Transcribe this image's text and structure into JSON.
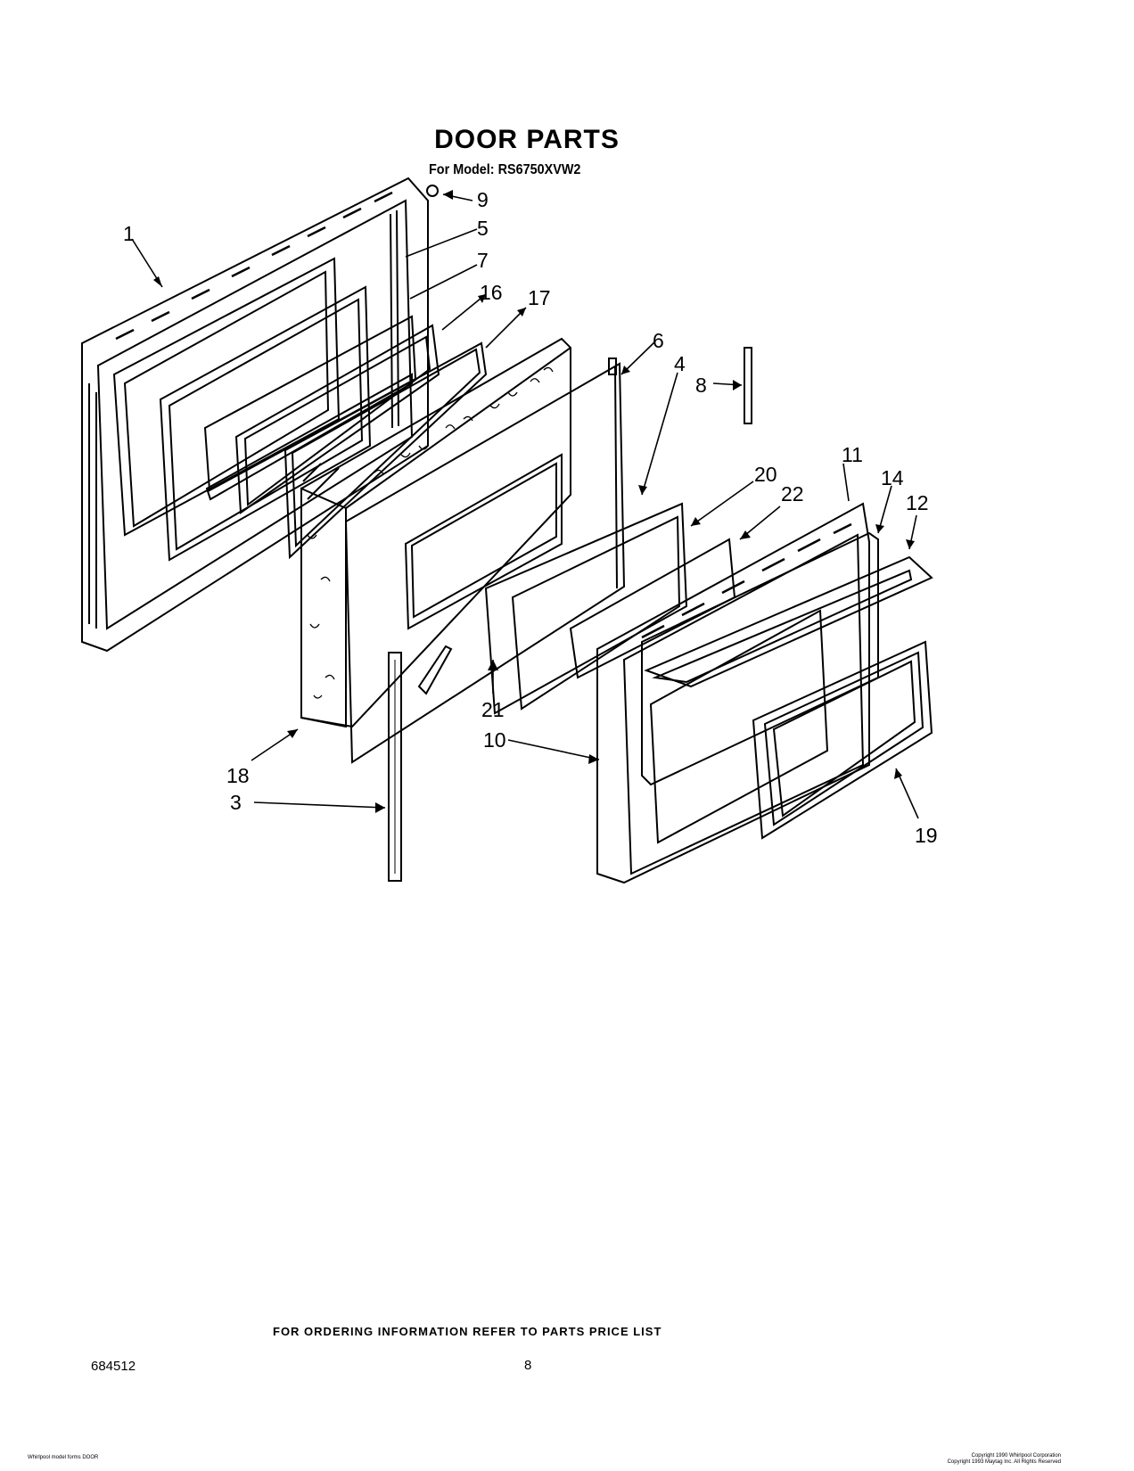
{
  "header": {
    "title": "DOOR PARTS",
    "model_line": "For Model: RS6750XVW2"
  },
  "callouts": [
    {
      "num": "1"
    },
    {
      "num": "9"
    },
    {
      "num": "5"
    },
    {
      "num": "7"
    },
    {
      "num": "16"
    },
    {
      "num": "17"
    },
    {
      "num": "6"
    },
    {
      "num": "4"
    },
    {
      "num": "8"
    },
    {
      "num": "20"
    },
    {
      "num": "22"
    },
    {
      "num": "11"
    },
    {
      "num": "14"
    },
    {
      "num": "12"
    },
    {
      "num": "21"
    },
    {
      "num": "10"
    },
    {
      "num": "18"
    },
    {
      "num": "3"
    },
    {
      "num": "19"
    }
  ],
  "footer": {
    "ordering_note": "FOR ORDERING INFORMATION REFER TO PARTS PRICE LIST",
    "doc_number": "684512",
    "page_number": "8",
    "fine_print_left": "Whirlpool model forms DOOR",
    "fine_print_right_1": "Copyright 1990 Whirlpool Corporation",
    "fine_print_right_2": "Copyright 1993 Maytag Inc. All Rights Reserved"
  },
  "colors": {
    "ink": "#000000",
    "paper": "#ffffff"
  }
}
